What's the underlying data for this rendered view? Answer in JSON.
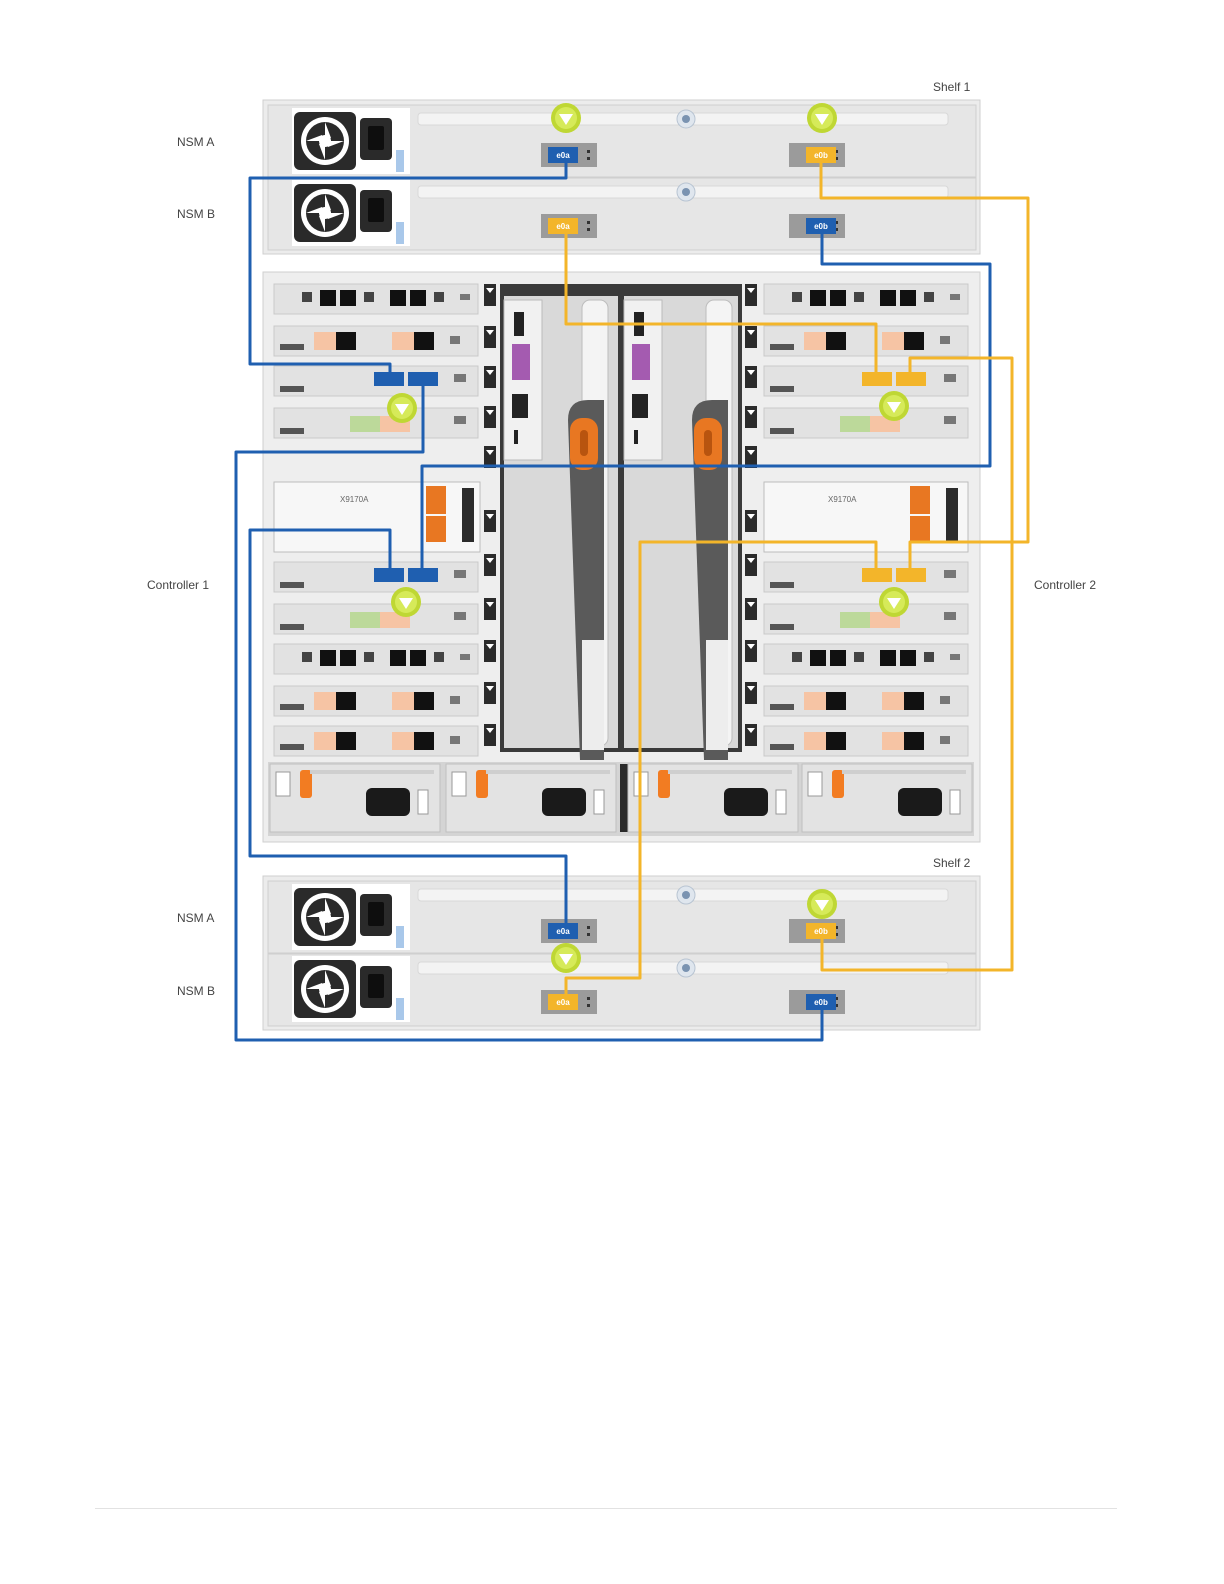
{
  "labels": {
    "shelf1": "Shelf 1",
    "shelf2": "Shelf 2",
    "nsm_a": "NSM A",
    "nsm_b": "NSM B",
    "controller1": "Controller 1",
    "controller2": "Controller 2"
  },
  "ports": {
    "e0a": "e0a",
    "e0b": "e0b"
  },
  "card_label": "X9170A",
  "cable_colors": {
    "blue": "#1f5fb0",
    "orange": "#f3b52a"
  },
  "icons": [
    "power-supply-fan-icon",
    "power-inlet-icon",
    "attention-led-icon",
    "controller-handle-icon"
  ]
}
